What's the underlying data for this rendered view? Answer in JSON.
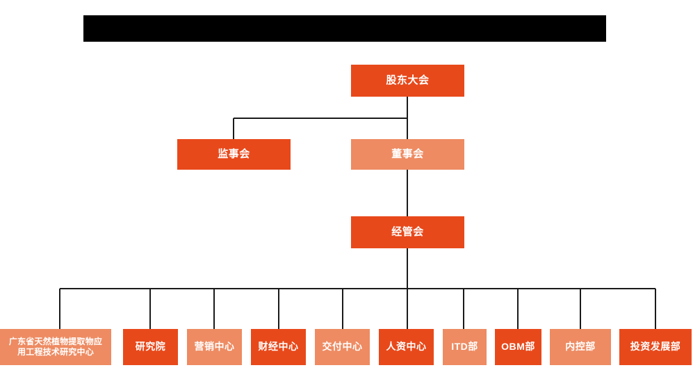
{
  "chart_data": {
    "type": "diagram",
    "title": "",
    "diagram_kind": "organization-chart",
    "colors": {
      "dark_orange": "#E8491B",
      "light_salmon": "#EE8B62",
      "connector": "#1a1a1a",
      "redaction": "#000000",
      "background": "#ffffff",
      "node_text": "#ffffff"
    },
    "tiers": [
      {
        "level": 1,
        "nodes": [
          "股东大会"
        ]
      },
      {
        "level": 2,
        "nodes": [
          "监事会",
          "董事会"
        ]
      },
      {
        "level": 3,
        "nodes": [
          "经管会"
        ]
      },
      {
        "level": 4,
        "nodes": [
          "广东省天然植物提取物应用工程技术研究中心",
          "研究院",
          "营销中心",
          "财经中心",
          "交付中心",
          "人资中心",
          "ITD部",
          "OBM部",
          "内控部",
          "投资发展部"
        ]
      }
    ]
  },
  "header": {
    "redaction_label": ""
  },
  "nodes": {
    "shareholders_meeting": {
      "label": "股东大会",
      "color": "dark"
    },
    "board_of_supervisors": {
      "label": "监事会",
      "color": "dark"
    },
    "board_of_directors": {
      "label": "董事会",
      "color": "light"
    },
    "management_committee": {
      "label": "经管会",
      "color": "dark"
    },
    "research_center": {
      "line1": "广东省天然植物提取物应",
      "line2": "用工程技术研究中心",
      "color": "light"
    },
    "research_institute": {
      "label": "研究院",
      "color": "dark"
    },
    "marketing_center": {
      "label": "营销中心",
      "color": "light"
    },
    "finance_center": {
      "label": "财经中心",
      "color": "dark"
    },
    "delivery_center": {
      "label": "交付中心",
      "color": "light"
    },
    "hr_center": {
      "label": "人资中心",
      "color": "dark"
    },
    "itd_department": {
      "label": "ITD部",
      "color": "light"
    },
    "obm_department": {
      "label": "OBM部",
      "color": "dark"
    },
    "internal_control_department": {
      "label": "内控部",
      "color": "light"
    },
    "investment_development_department": {
      "label": "投资发展部",
      "color": "dark"
    }
  }
}
